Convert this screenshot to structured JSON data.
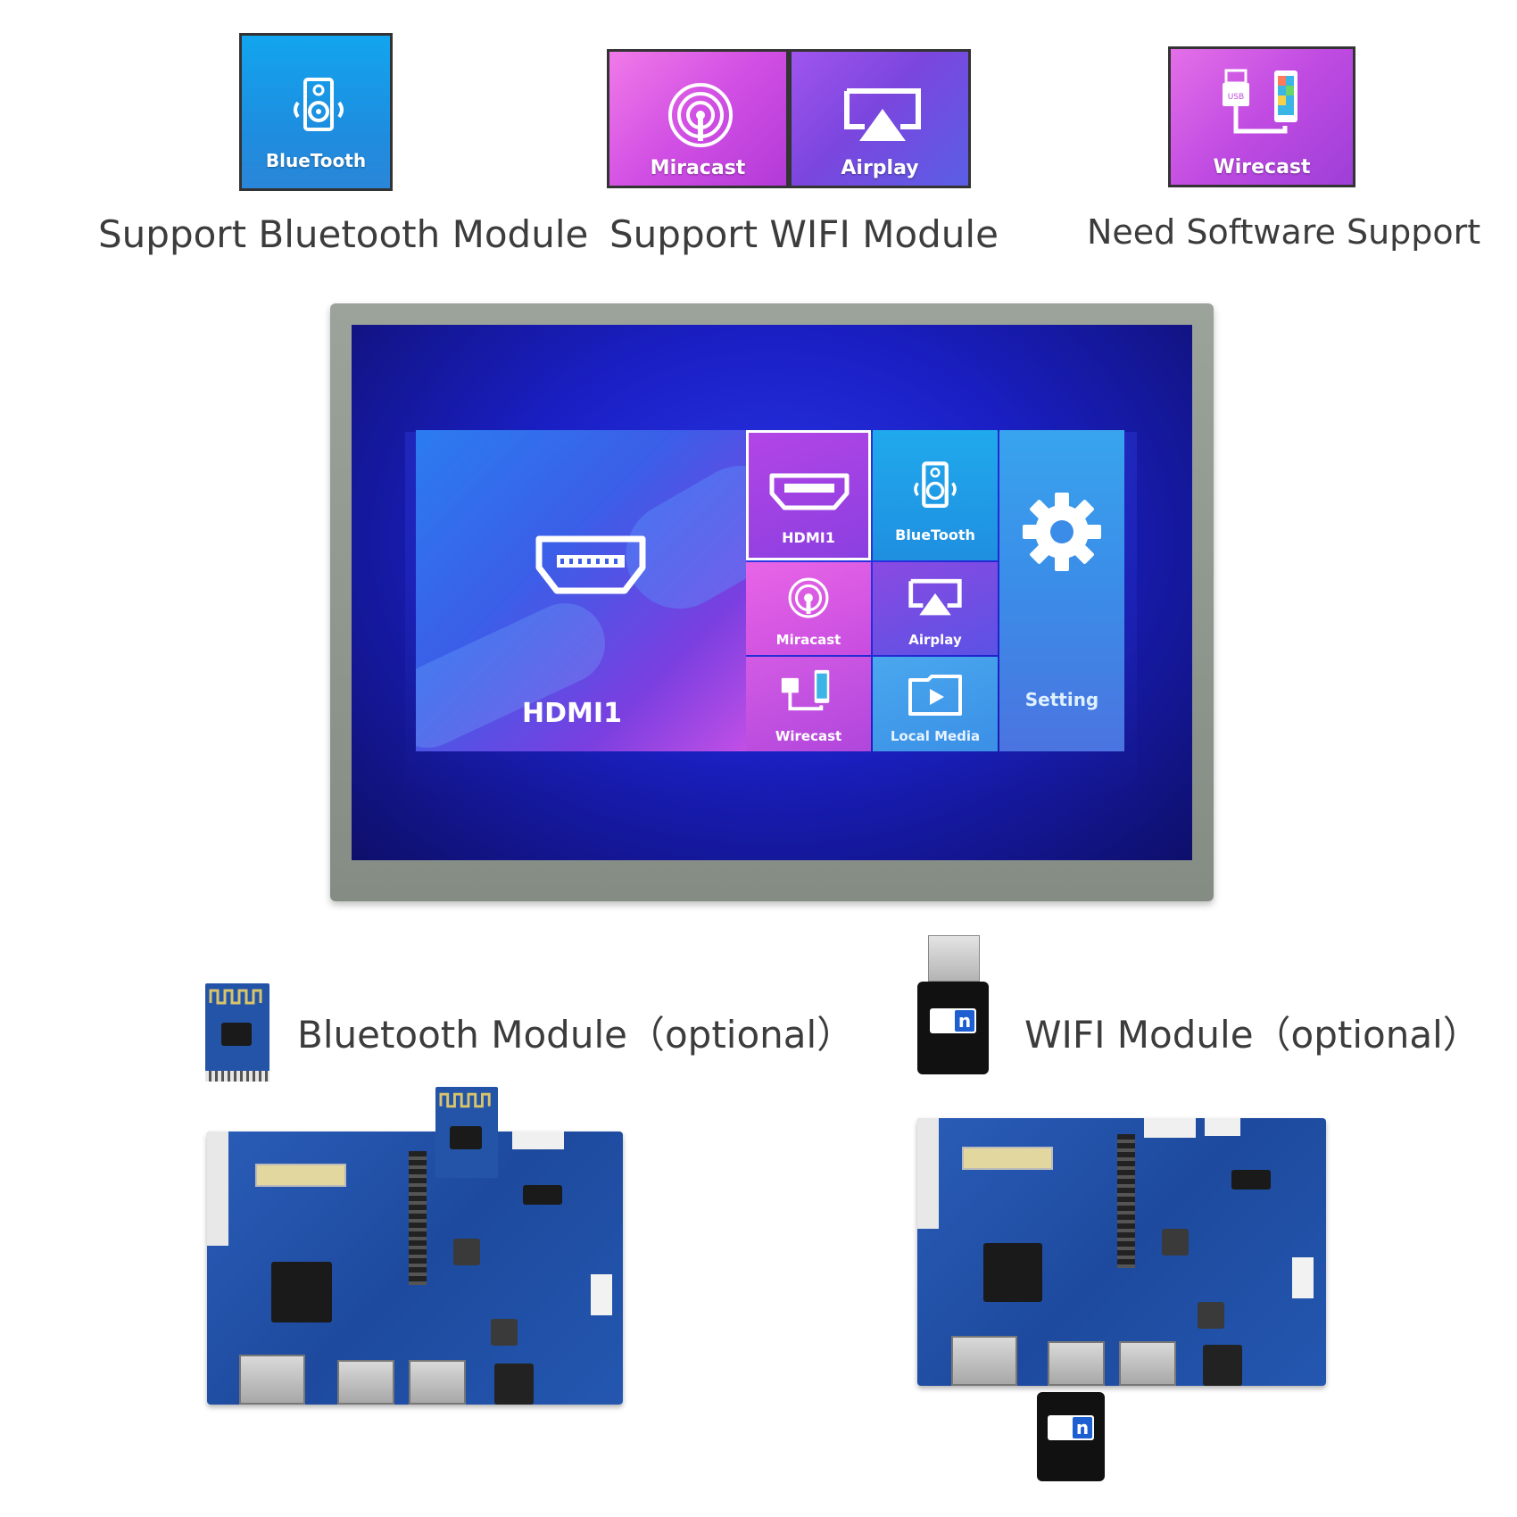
{
  "top_features": [
    {
      "tiles": [
        {
          "label": "BlueTooth",
          "icon": "speaker-icon"
        }
      ],
      "caption": "Support Bluetooth Module"
    },
    {
      "tiles": [
        {
          "label": "Miracast",
          "icon": "cast-signal-icon"
        },
        {
          "label": "Airplay",
          "icon": "airplay-icon"
        }
      ],
      "caption": "Support WIFI Module"
    },
    {
      "tiles": [
        {
          "label": "Wirecast",
          "icon": "usb-phone-icon"
        }
      ],
      "caption": "Need Software Support"
    }
  ],
  "screen_menu": {
    "hdmi_big": "HDMI1",
    "hdmi_small": "HDMI1",
    "bluetooth": "BlueTooth",
    "setting": "Setting",
    "miracast": "Miracast",
    "airplay": "Airplay",
    "wirecast": "Wirecast",
    "local_media": "Local Media"
  },
  "modules": {
    "bluetooth_label": "Bluetooth Module（optional）",
    "wifi_label": "WIFI Module（optional）"
  },
  "colors": {
    "bluetooth_tile": "#1aa0e6",
    "miracast_tile": "#d84fe6",
    "airplay_tile": "#8a49e0",
    "wirecast_tile": "#b44ae6",
    "board_blue": "#2457b0",
    "monitor_frame": "#8f978f"
  }
}
